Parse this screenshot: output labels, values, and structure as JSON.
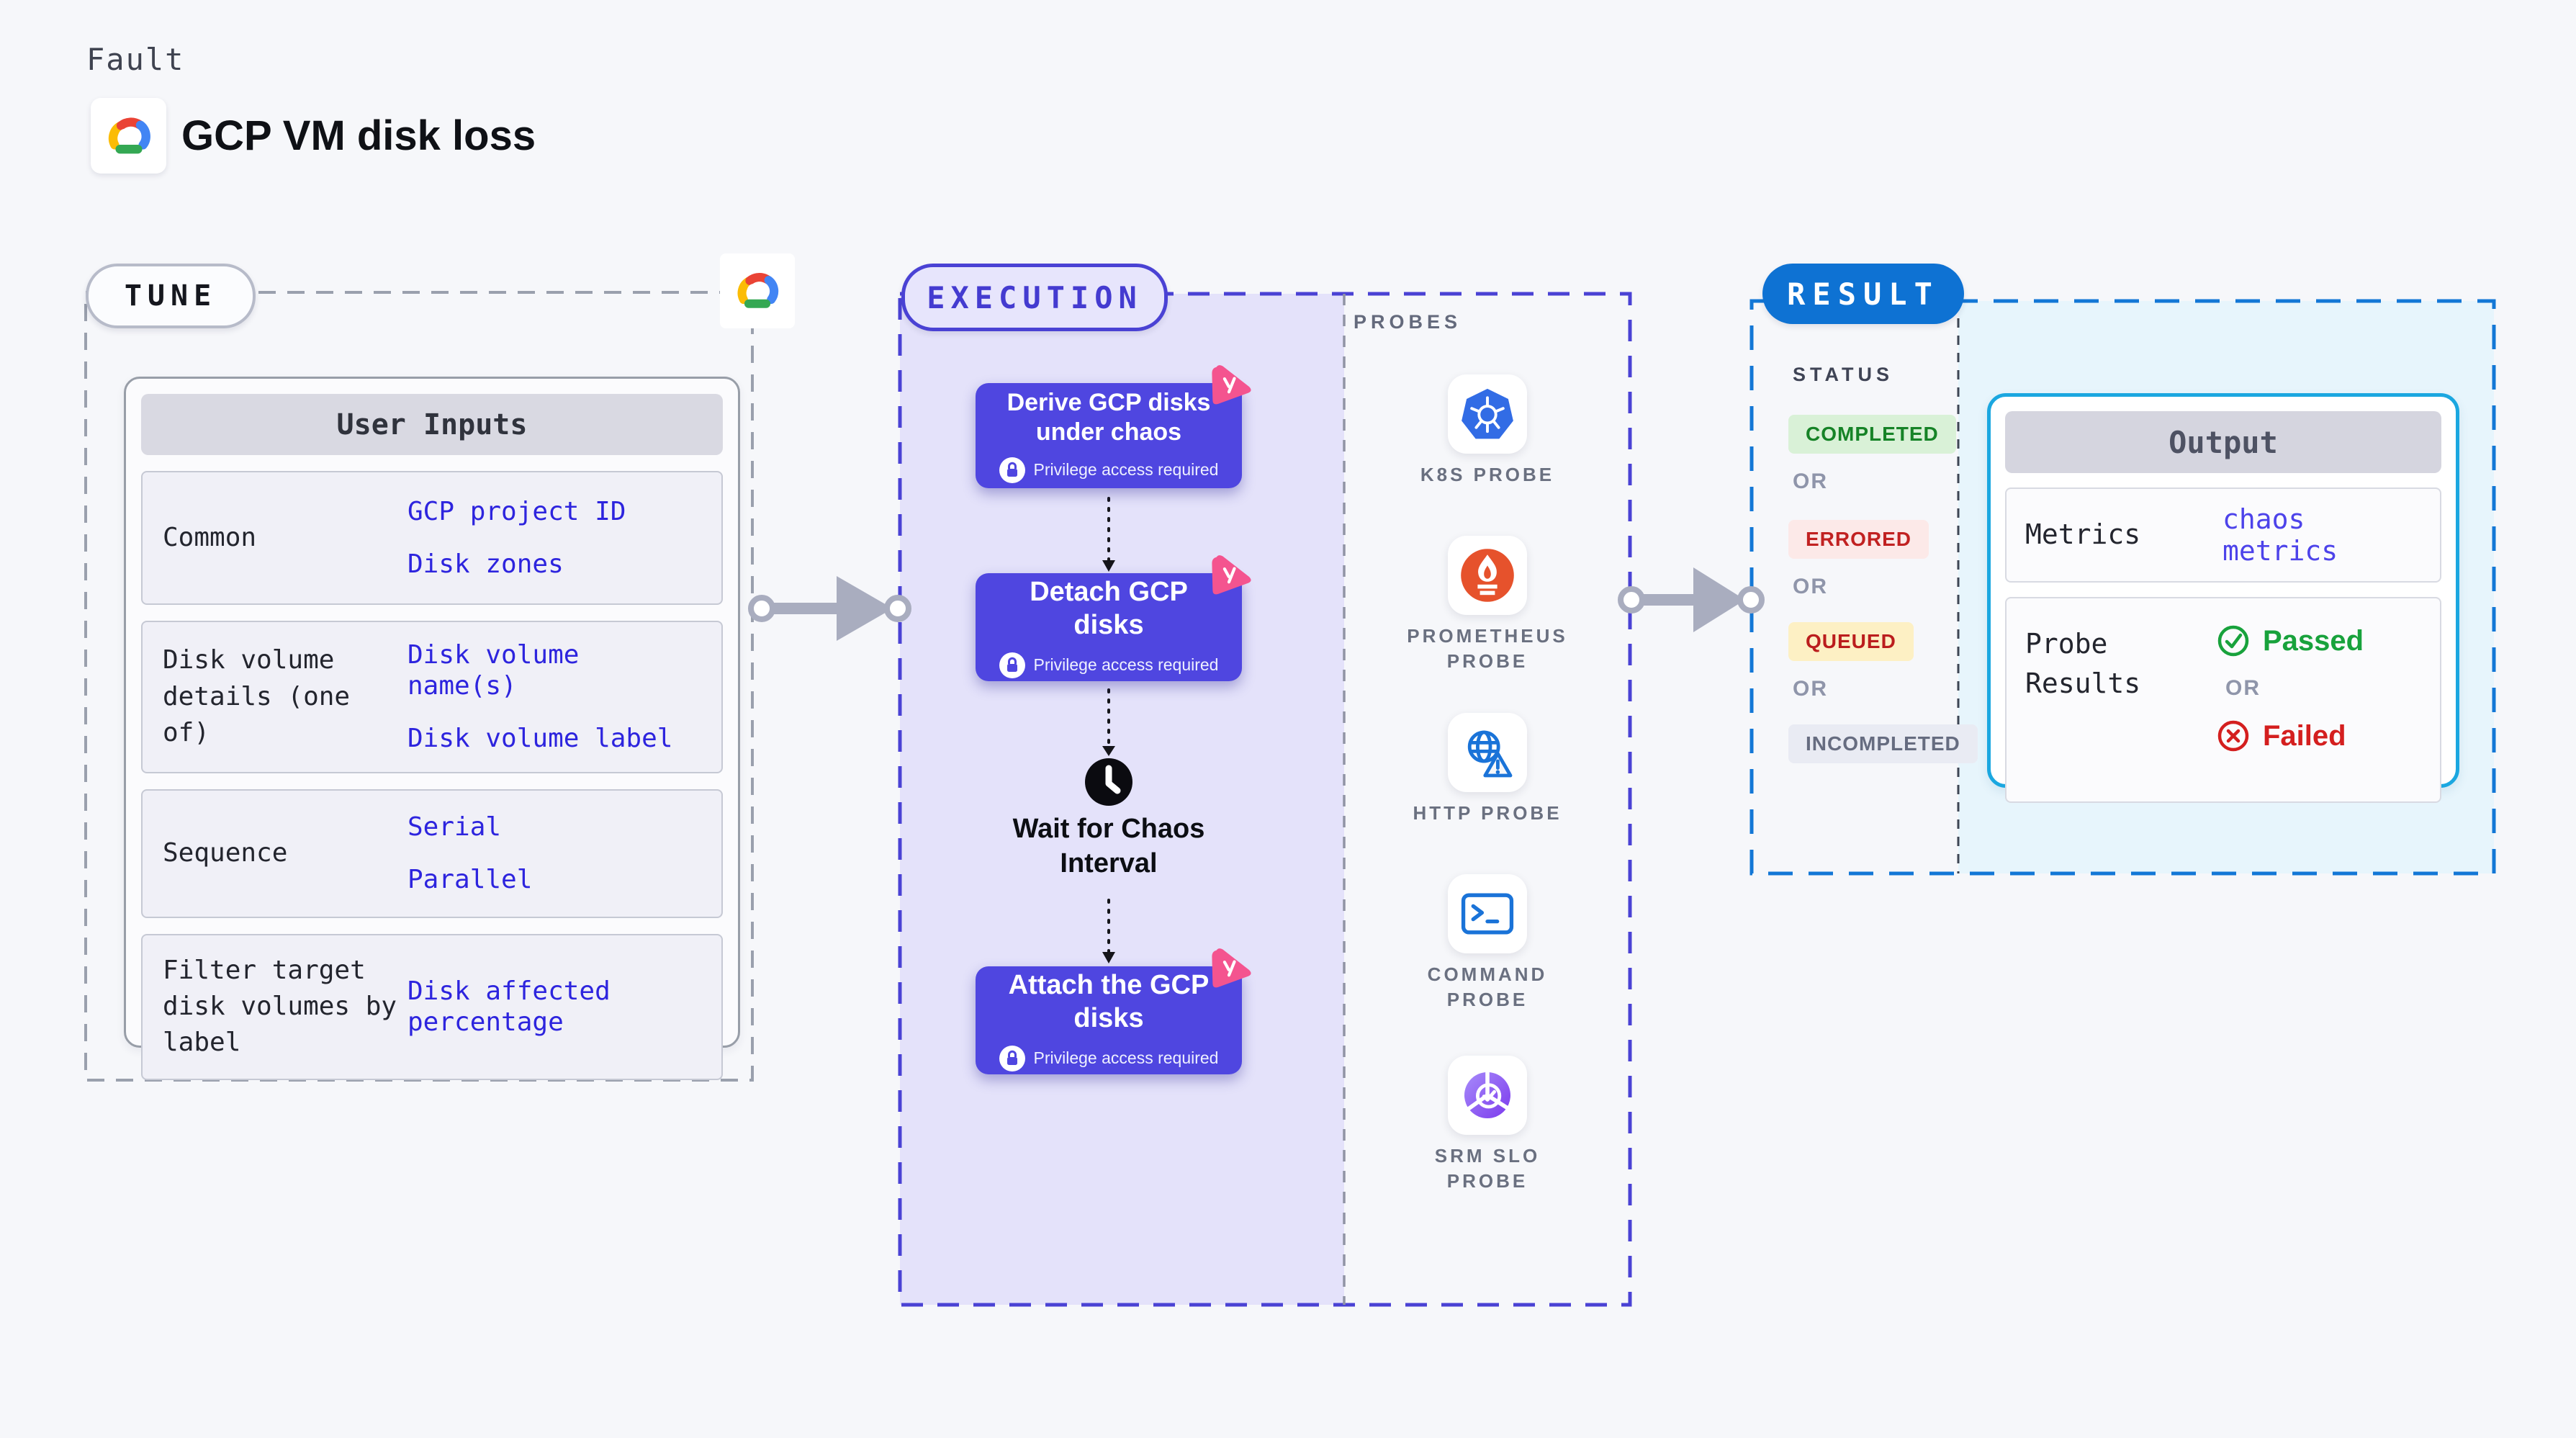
{
  "page": {
    "kicker": "Fault",
    "title": "GCP VM disk loss",
    "logo_icon": "gcp-cloud-logo"
  },
  "colors": {
    "page_bg": "#f6f7fa",
    "tune_dash": "#9aa0ad",
    "execution_accent": "#4a42d4",
    "execution_fill": "#e4e2fa",
    "step_card_bg": "#4f46e0",
    "litmus_pink": "#f4548f",
    "result_accent": "#0e72d3",
    "result_dash": "#1377d6",
    "result_fill": "#e7f5fc",
    "output_border": "#1ba7e0",
    "input_value_blue": "#2d24de",
    "metrics_value_blue": "#4d43ea",
    "passed_green": "#18a23c",
    "failed_red": "#d41f1f",
    "kubernetes_blue": "#326ce5",
    "prometheus_orange": "#e6522c",
    "probe_icon_blue": "#1a73d8",
    "slo_purple": "#8b5cf6"
  },
  "tune": {
    "badge": "TUNE",
    "corner_icon": "gcp-cloud-logo",
    "card_header": "User Inputs",
    "rows": [
      {
        "label": "Common",
        "values": [
          "GCP project ID",
          "Disk zones"
        ]
      },
      {
        "label": "Disk volume details (one of)",
        "values": [
          "Disk volume name(s)",
          "Disk volume label"
        ]
      },
      {
        "label": "Sequence",
        "values": [
          "Serial",
          "Parallel"
        ]
      },
      {
        "label": "Filter target disk volumes by label",
        "values": [
          "Disk affected percentage"
        ]
      }
    ]
  },
  "execution": {
    "badge": "EXECUTION",
    "steps": [
      {
        "title": "Derive GCP disks under chaos",
        "note": "Privilege access required",
        "note_icon": "lock-icon",
        "corner_icon": "litmus-chaos-icon"
      },
      {
        "title": "Detach GCP disks",
        "note": "Privilege access required",
        "note_icon": "lock-icon",
        "corner_icon": "litmus-chaos-icon"
      },
      {
        "title": "Attach the GCP disks",
        "note": "Privilege access required",
        "note_icon": "lock-icon",
        "corner_icon": "litmus-chaos-icon"
      }
    ],
    "wait_node": {
      "icon": "clock-icon",
      "label": "Wait for Chaos Interval"
    }
  },
  "probes": {
    "heading": "PROBES",
    "items": [
      {
        "label": "K8S PROBE",
        "icon": "kubernetes-icon"
      },
      {
        "label": "PROMETHEUS PROBE",
        "icon": "prometheus-icon"
      },
      {
        "label": "HTTP PROBE",
        "icon": "globe-warning-icon"
      },
      {
        "label": "COMMAND PROBE",
        "icon": "terminal-icon"
      },
      {
        "label": "SRM SLO PROBE",
        "icon": "slo-donut-check-icon"
      }
    ]
  },
  "result": {
    "badge": "RESULT",
    "status_heading": "STATUS",
    "or_label": "OR",
    "statuses": [
      {
        "label": "COMPLETED",
        "fg": "#168327",
        "bg": "#d9f1d7"
      },
      {
        "label": "ERRORED",
        "fg": "#c12121",
        "bg": "#fce9e8"
      },
      {
        "label": "QUEUED",
        "fg": "#bb1d1d",
        "bg": "#fdf0c4"
      },
      {
        "label": "INCOMPLETED",
        "fg": "#666c80",
        "bg": "#e9ebf3"
      }
    ],
    "output": {
      "header": "Output",
      "metrics_label": "Metrics",
      "metrics_value": "chaos metrics",
      "probe_results_label": "Probe Results",
      "passed_label": "Passed",
      "passed_icon": "check-circle-icon",
      "or_label": "OR",
      "failed_label": "Failed",
      "failed_icon": "x-circle-icon"
    }
  }
}
